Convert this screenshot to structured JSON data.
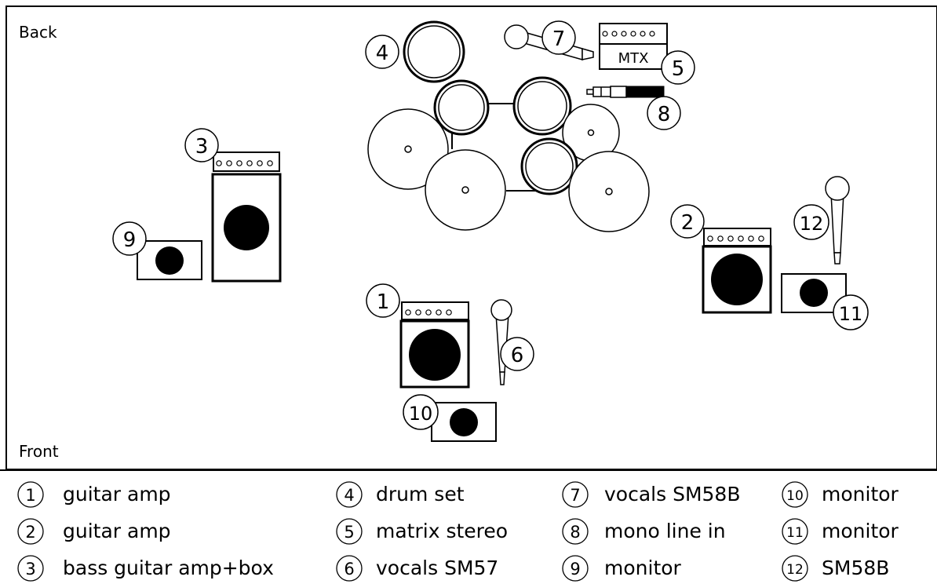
{
  "stage": {
    "back_label": "Back",
    "front_label": "Front"
  },
  "mixer_label": "MTX",
  "markers": {
    "m1": "1",
    "m2": "2",
    "m3": "3",
    "m4": "4",
    "m5": "5",
    "m6": "6",
    "m7": "7",
    "m8": "8",
    "m9": "9",
    "m10": "10",
    "m11": "11",
    "m12": "12"
  },
  "legend": [
    {
      "number": "1",
      "text": "guitar amp"
    },
    {
      "number": "2",
      "text": "guitar amp"
    },
    {
      "number": "3",
      "text": "bass guitar amp+box"
    },
    {
      "number": "4",
      "text": "drum set"
    },
    {
      "number": "5",
      "text": "matrix stereo"
    },
    {
      "number": "6",
      "text": "vocals SM57"
    },
    {
      "number": "7",
      "text": "vocals SM58B"
    },
    {
      "number": "8",
      "text": "mono line in"
    },
    {
      "number": "9",
      "text": "monitor"
    },
    {
      "number": "10",
      "text": "monitor"
    },
    {
      "number": "11",
      "text": "monitor"
    },
    {
      "number": "12",
      "text": "SM58B"
    }
  ]
}
